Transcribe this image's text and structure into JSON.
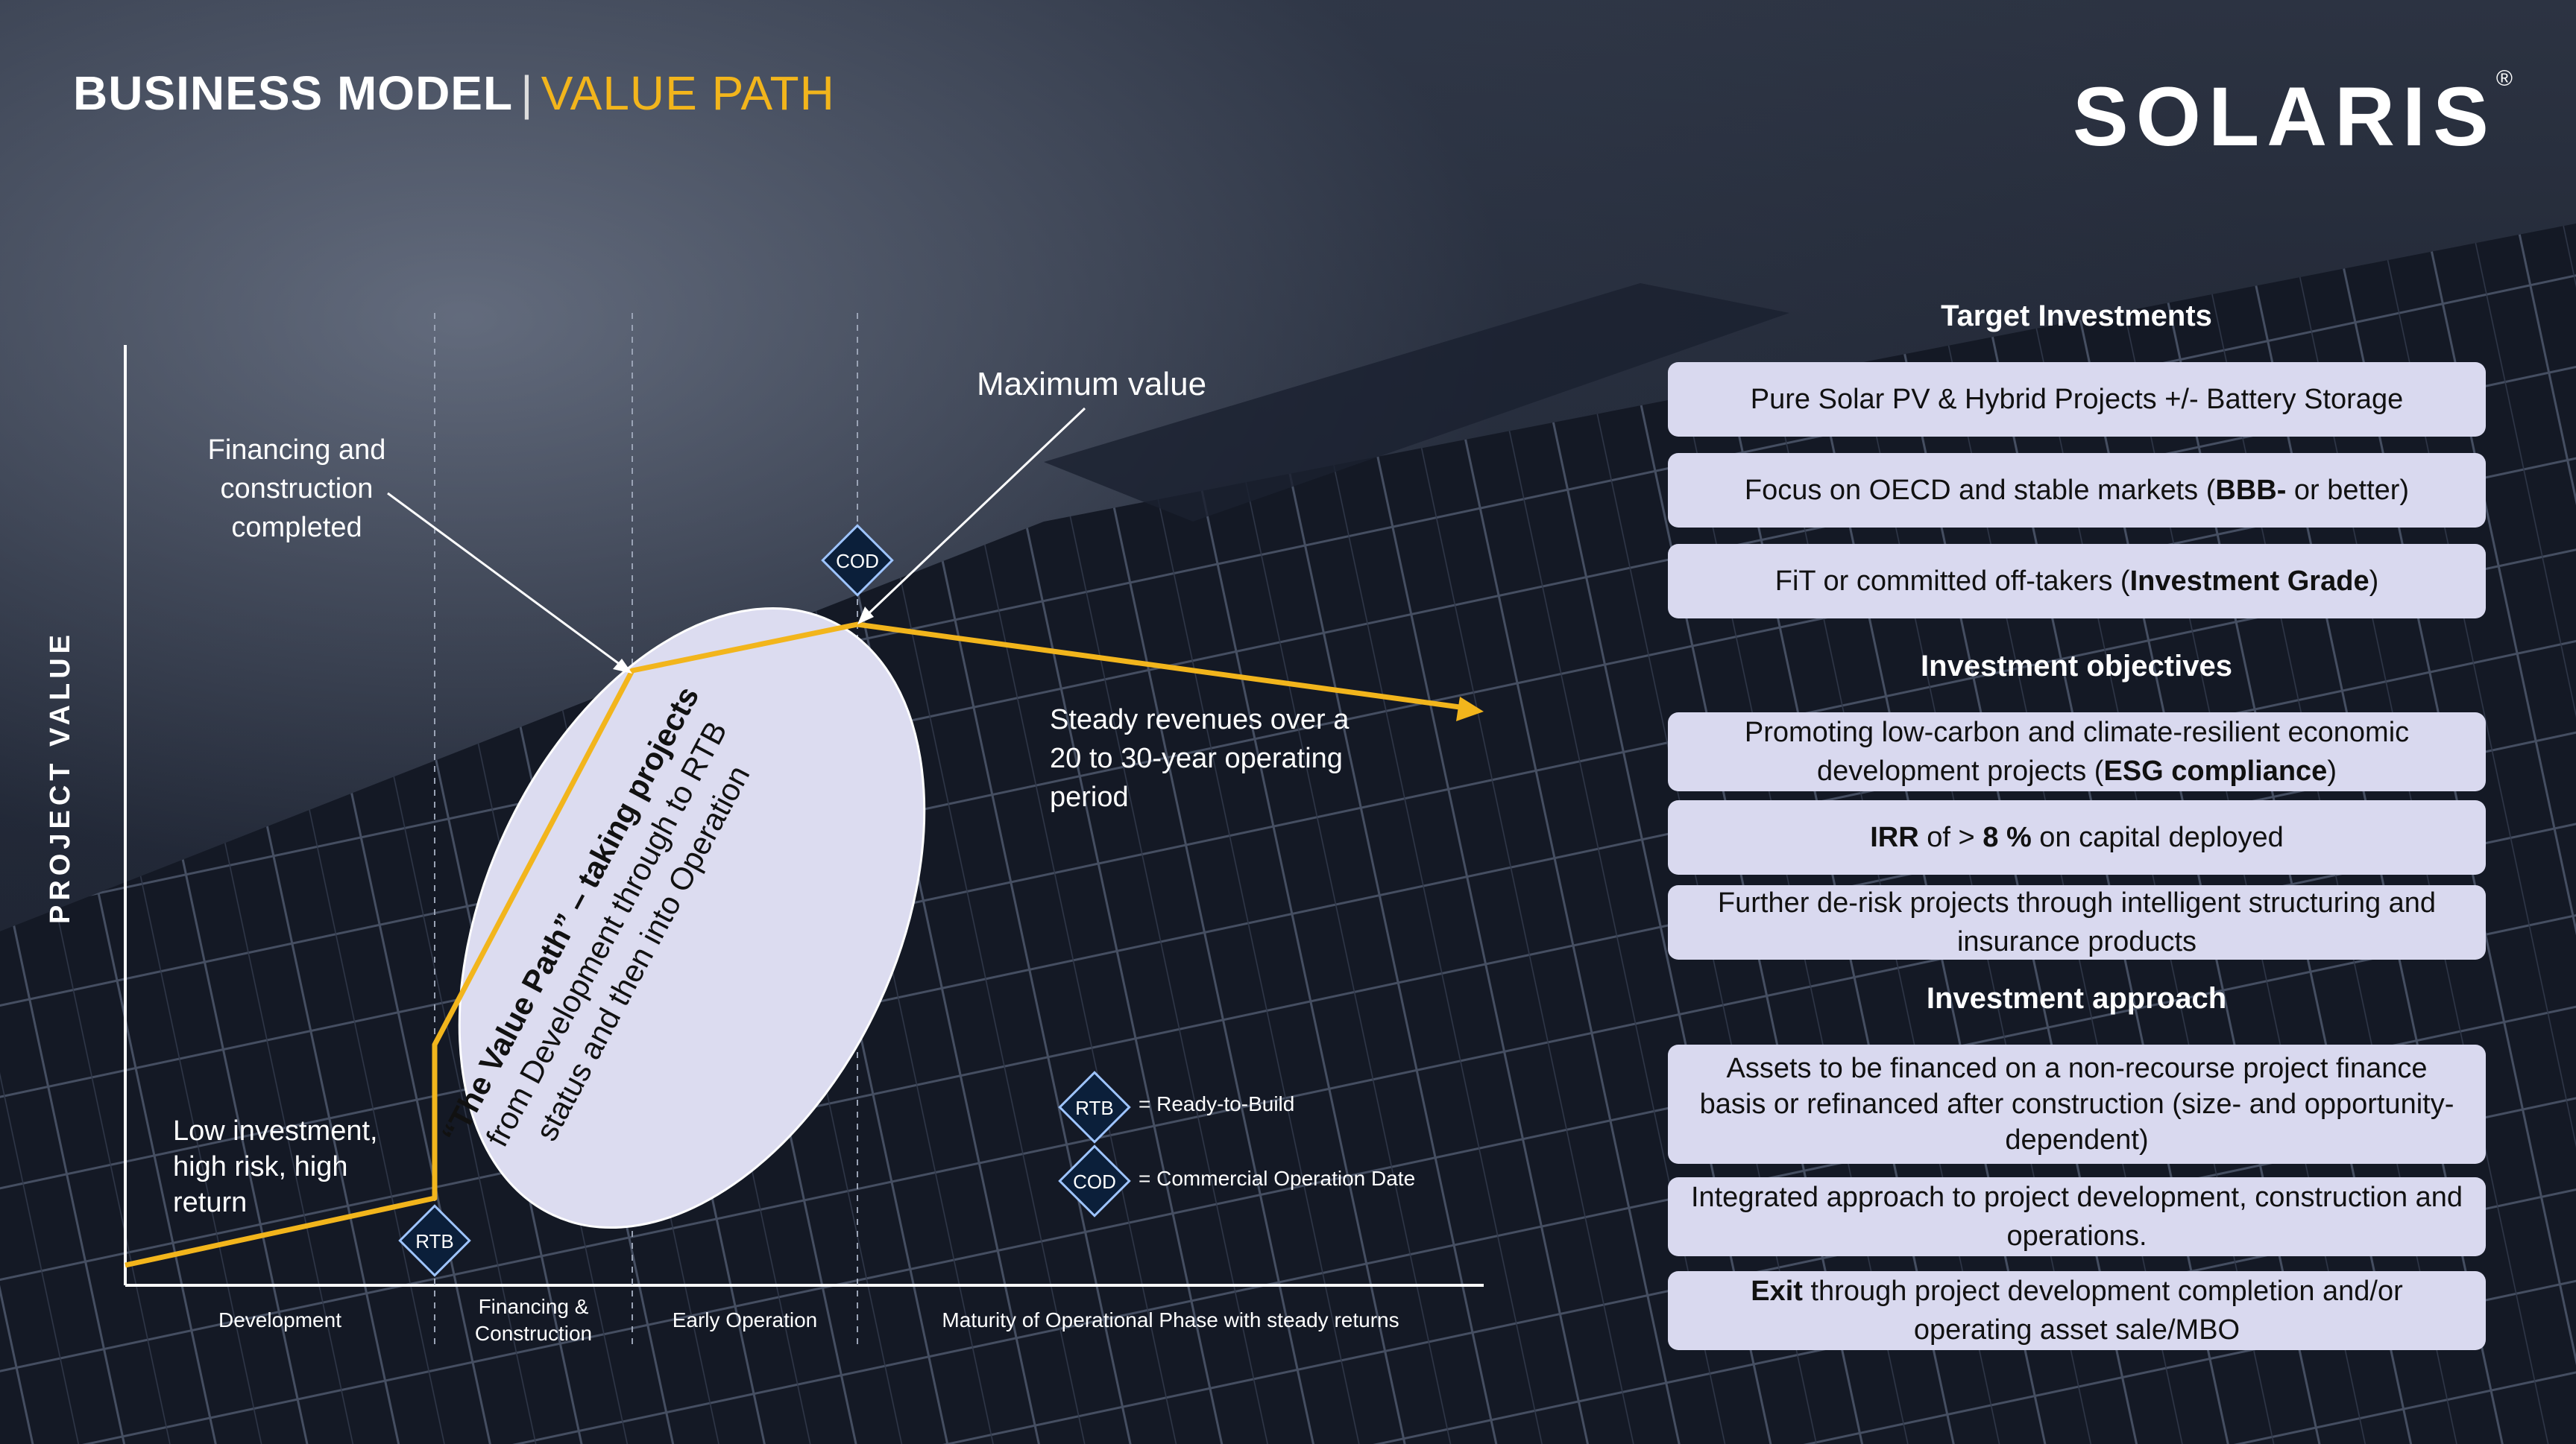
{
  "header": {
    "title_main": "BUSINESS MODEL",
    "title_sep": "|",
    "title_accent": "VALUE PATH",
    "logo": "SOLARIS",
    "logo_mark": "®"
  },
  "diagram": {
    "y_axis_label": "PROJECT VALUE",
    "ellipse_text_lines": [
      "“The Value Path” – taking projects",
      "from Development through to RTB",
      "status and then into Operation"
    ],
    "ann_financing": [
      "Financing and",
      "construction",
      "completed"
    ],
    "ann_maximum": "Maximum value",
    "ann_low": [
      "Low investment,",
      "high risk, high",
      "return"
    ],
    "ann_steady": [
      "Steady revenues over a",
      "20 to 30-year operating",
      "period"
    ],
    "marker_rtb": "RTB",
    "marker_cod": "COD",
    "legend_rtb": "= Ready-to-Build",
    "legend_cod": "= Commercial Operation Date",
    "phases": {
      "development": "Development",
      "financing": [
        "Financing &",
        "Construction"
      ],
      "early": "Early Operation",
      "maturity": "Maturity of Operational Phase with steady returns"
    },
    "colors": {
      "path": "#f2b51c",
      "ellipse": "#dcdcf0",
      "marker": "#0b1f3a"
    }
  },
  "sections": {
    "target": {
      "heading": "Target Investments",
      "items": [
        [
          "Pure Solar PV & Hybrid Projects +/- Battery Storage"
        ],
        [
          "Focus on OECD and stable markets (",
          "BBB-",
          " or better)"
        ],
        [
          "FiT or committed off-takers (",
          "Investment Grade",
          ")"
        ]
      ]
    },
    "objectives": {
      "heading": "Investment objectives",
      "items": [
        [
          "Promoting low-carbon and climate-resilient economic development projects (",
          "ESG compliance",
          ")"
        ],
        [
          "",
          "IRR",
          " of > ",
          "8 %",
          " on capital deployed"
        ],
        [
          "Further de-risk projects through intelligent structuring and insurance products"
        ]
      ]
    },
    "approach": {
      "heading": "Investment approach",
      "items": [
        [
          "Assets to be financed on a non-recourse project finance basis or refinanced after construction (size- and opportunity-dependent)"
        ],
        [
          "Integrated approach to project development, construction and operations."
        ],
        [
          "",
          "Exit",
          " through project development completion and/or operating asset sale/MBO"
        ]
      ]
    }
  }
}
